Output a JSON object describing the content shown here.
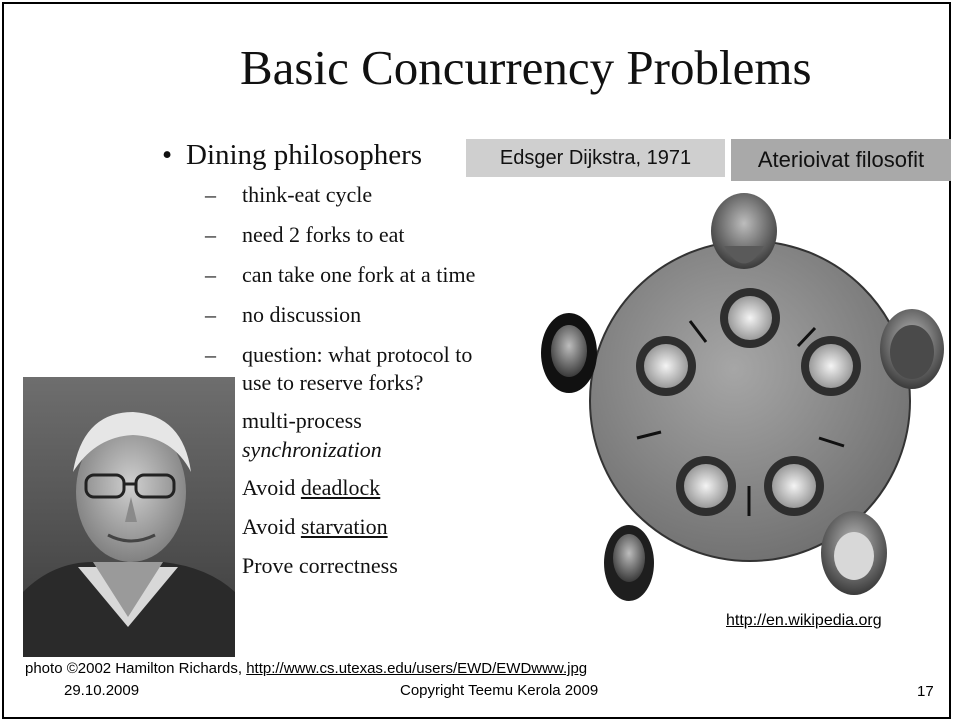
{
  "title": "Basic Concurrency Problems",
  "bullet": {
    "marker": "•",
    "text": "Dining philosophers"
  },
  "tags": {
    "author_year": "Edsger Dijkstra, 1971",
    "finnish": "Aterioivat filosofit"
  },
  "subitems": [
    {
      "dash": "–",
      "text": "think-eat cycle"
    },
    {
      "dash": "–",
      "text": "need 2 forks to eat"
    },
    {
      "dash": "–",
      "text": "can take one fork at a time"
    },
    {
      "dash": "–",
      "text": "no discussion"
    },
    {
      "dash": "–",
      "text": "question: what protocol to"
    }
  ],
  "subitem_continuation": "use to reserve forks?",
  "notes": {
    "multi": "multi-process",
    "sync": "synchronization",
    "avoid_word": "Avoid",
    "deadlock": "deadlock",
    "starvation": "starvation",
    "prove": "Prove correctness"
  },
  "wiki_link": "http://en.wikipedia.org",
  "footer": {
    "credit_prefix": "photo ©2002 Hamilton Richards,",
    "credit_link": "http://www.cs.utexas.edu/users/EWD/EWDwww.jpg",
    "date": "29.10.2009",
    "copyright": "Copyright Teemu Kerola 2009",
    "page_number": "17"
  }
}
